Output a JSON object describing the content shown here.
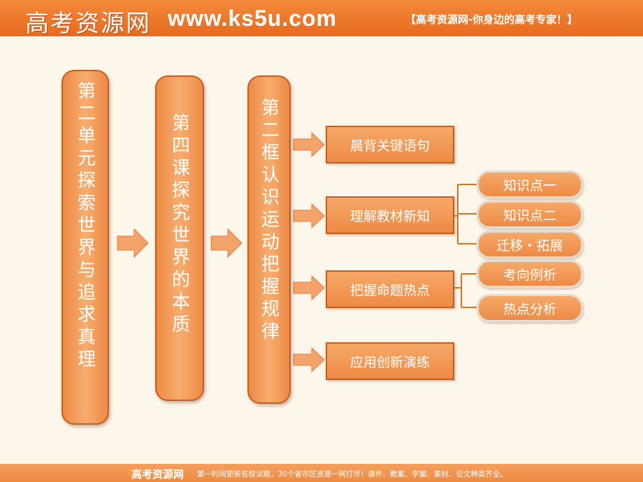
{
  "header": {
    "brand": "高考资源网",
    "url": "www.ks5u.com",
    "tagline": "【高考资源网-你身边的高考专家！】"
  },
  "footer": {
    "brand": "高考资源网",
    "text": "第一时间更新名校试题，30个省市区资源一网打尽！课件、教案、学案、素材、论文种类齐全。"
  },
  "columns": [
    {
      "text": "第二单元探索世界与追求真理"
    },
    {
      "text": "第四课探究世界的本质"
    },
    {
      "text": "第二框认识运动把握规律"
    }
  ],
  "boxes": [
    {
      "text": "晨背关键语句"
    },
    {
      "text": "理解教材新知"
    },
    {
      "text": "把握命题热点"
    },
    {
      "text": "应用创新演练"
    }
  ],
  "pills": [
    {
      "text": "知识点一"
    },
    {
      "text": "知识点二"
    },
    {
      "text": "迁移・拓展"
    },
    {
      "text": "考向例析"
    },
    {
      "text": "热点分析"
    }
  ],
  "colors": {
    "accent": "#ed8a45",
    "border": "#c45e1e",
    "bracket": "#d9731f"
  }
}
